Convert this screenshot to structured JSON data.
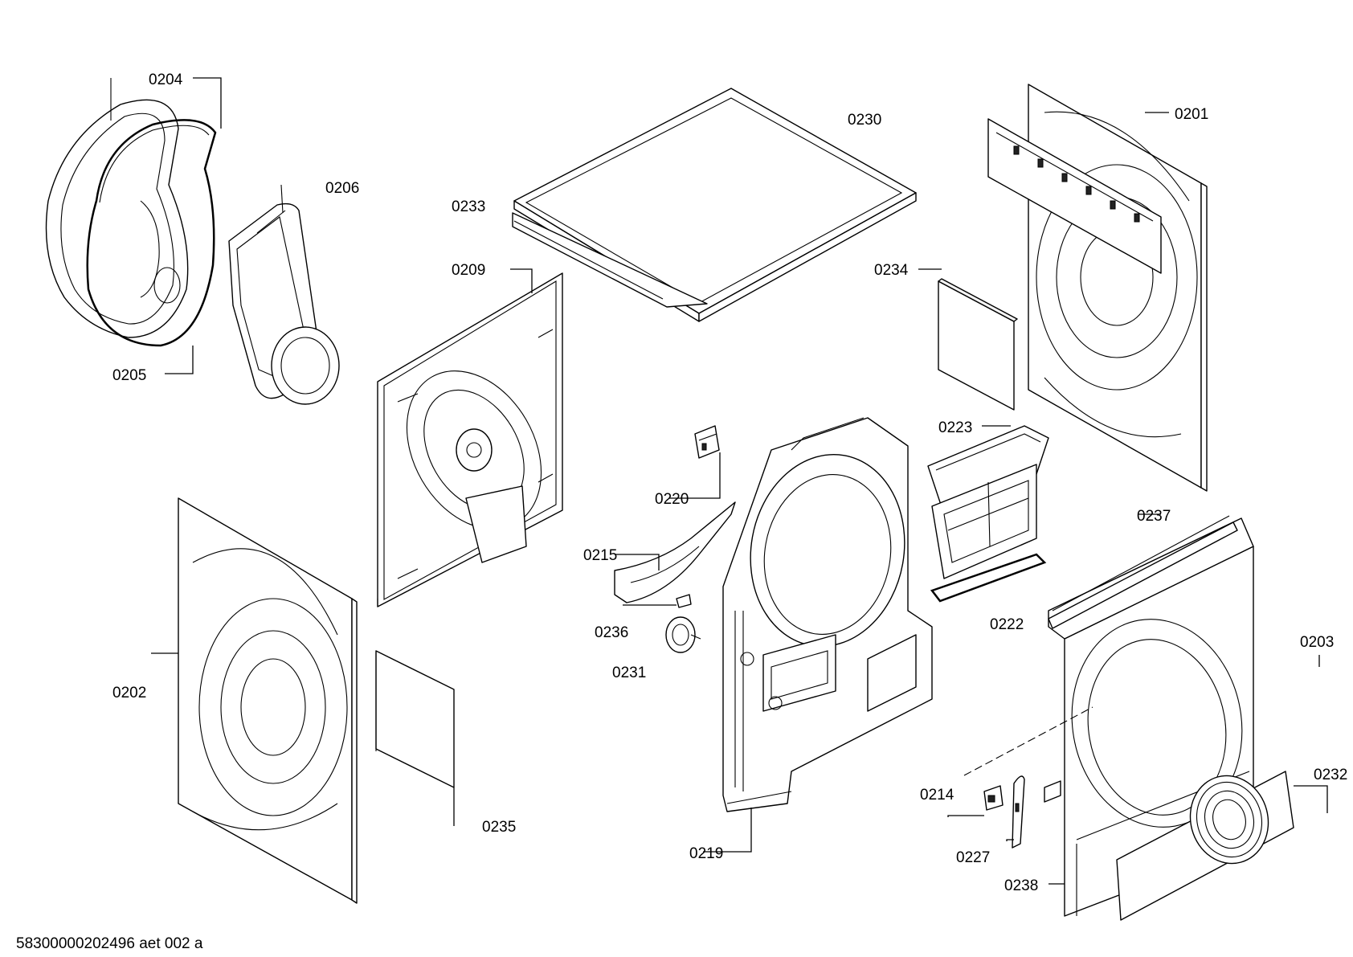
{
  "diagram": {
    "labels": {
      "l0201": "0201",
      "l0202": "0202",
      "l0203": "0203",
      "l0204": "0204",
      "l0205": "0205",
      "l0206": "0206",
      "l0209": "0209",
      "l0214": "0214",
      "l0215": "0215",
      "l0219": "0219",
      "l0220": "0220",
      "l0222": "0222",
      "l0223": "0223",
      "l0227": "0227",
      "l0230": "0230",
      "l0231": "0231",
      "l0232": "0232",
      "l0233": "0233",
      "l0234": "0234",
      "l0235": "0235",
      "l0236": "0236",
      "l0237": "0237",
      "l0238": "0238"
    },
    "footer": "58300000202496 aet 002 a"
  }
}
